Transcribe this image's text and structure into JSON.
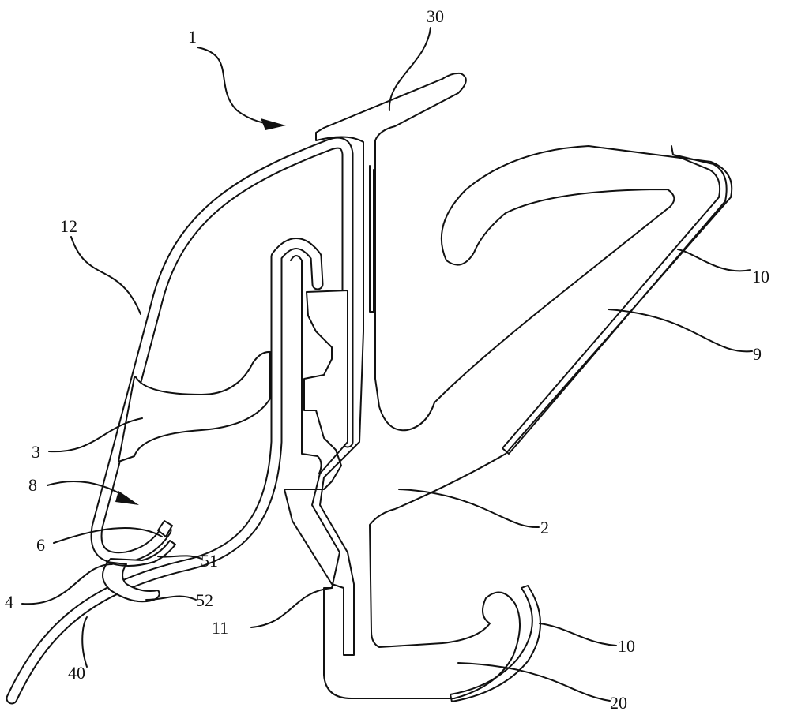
{
  "figure": {
    "type": "patent cross-section drawing",
    "labels": {
      "l1": "1",
      "l30": "30",
      "l12": "12",
      "l10a": "10",
      "l9": "9",
      "l3": "3",
      "l8": "8",
      "l2": "2",
      "l6": "6",
      "l51": "51",
      "l4": "4",
      "l52": "52",
      "l11": "11",
      "l40": "40",
      "l10b": "10",
      "l20": "20"
    },
    "line_color": "#111111",
    "background": "#ffffff"
  }
}
